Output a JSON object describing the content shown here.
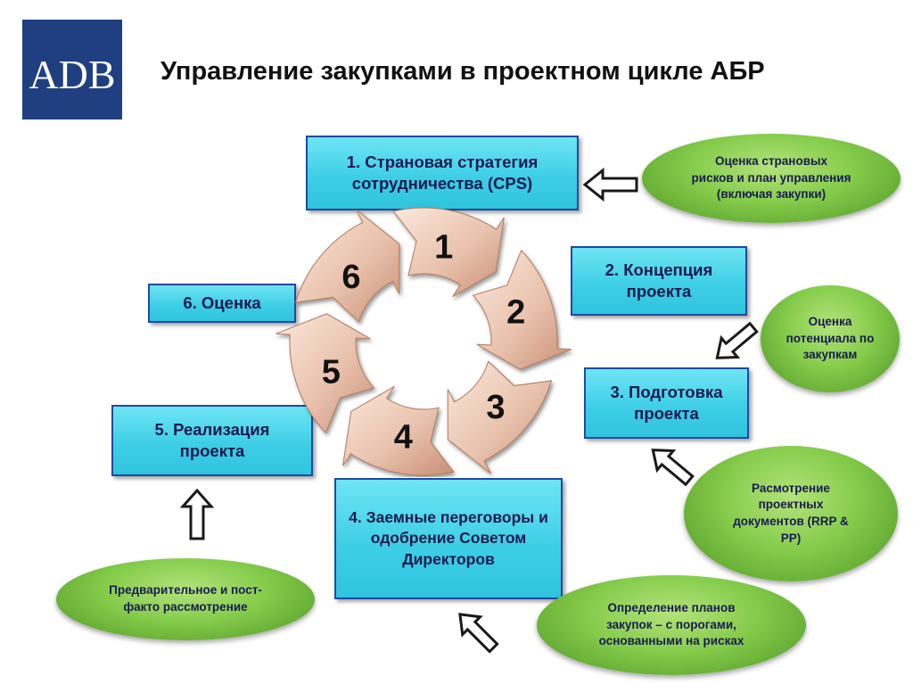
{
  "logo": {
    "text": "ADB"
  },
  "title": "Управление закупками в проектном цикле АБР",
  "stages": [
    {
      "text": "1. Страновая стратегия сотрудничества (CPS)"
    },
    {
      "text": "2. Концепция проекта"
    },
    {
      "text": "3. Подготовка проекта"
    },
    {
      "text": "4. Заемные переговоры и одобрение Советом Директоров"
    },
    {
      "text": "5. Реализация проекта"
    },
    {
      "text": "6. Оценка"
    }
  ],
  "cycle_numbers": [
    "1",
    "2",
    "3",
    "4",
    "5",
    "6"
  ],
  "ovals": [
    {
      "lines": [
        "Оценка страновых",
        "рисков и план управления",
        "(включая закупки)"
      ]
    },
    {
      "lines": [
        "Оценка",
        "потенциала по",
        "закупкам"
      ]
    },
    {
      "lines": [
        "Расмотрение",
        "проектных",
        "документов (RRP &",
        "PP)"
      ]
    },
    {
      "lines": [
        "Определение планов",
        "закупок – с порогами,",
        "основанными на рисках"
      ]
    },
    {
      "lines": [
        "Предварительное и пост-",
        "факто рассмотрение"
      ]
    }
  ],
  "colors": {
    "logo_bg": "#1f3f80",
    "box_fill": "#3ecfe6",
    "box_border": "#1f4aa0",
    "oval_fill": "#85cc4b",
    "cycle_arrow": "#e9c9b6"
  },
  "icons": [
    "hollow-arrow-icon"
  ]
}
